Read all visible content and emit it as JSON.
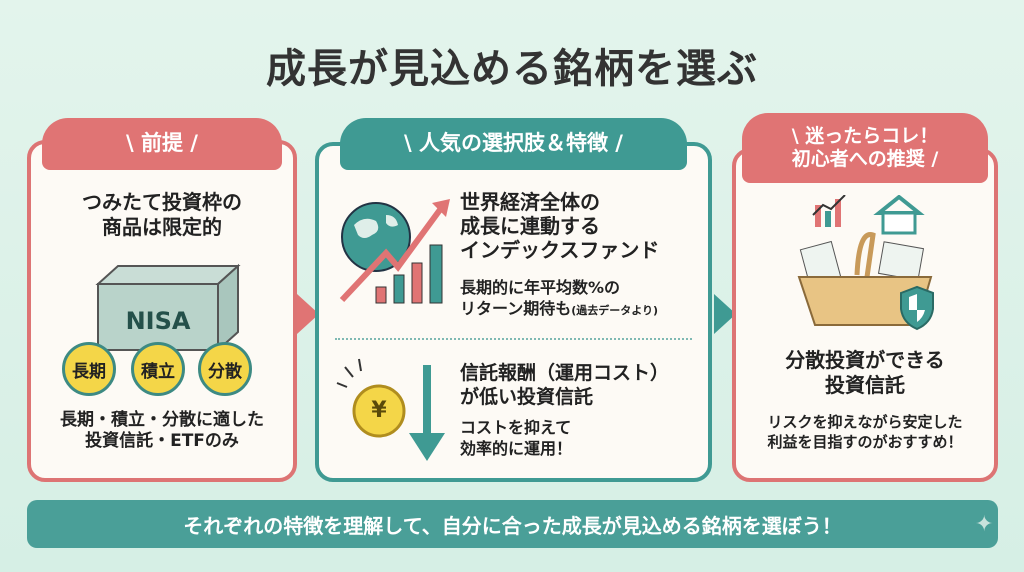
{
  "title": "成長が見込める銘柄を選ぶ",
  "left": {
    "tab": "\\ 前提 /",
    "heading": [
      "つみたて投資枠の",
      "商品は限定的"
    ],
    "box_label": "NISA",
    "badges": [
      "長期",
      "積立",
      "分散"
    ],
    "note": [
      "長期・積立・分散に適した",
      "投資信託・ETFのみ"
    ]
  },
  "middle": {
    "tab": "\\ 人気の選択肢＆特徴 /",
    "item1": {
      "heading": [
        "世界経済全体の",
        "成長に連動する",
        "インデックスファンド"
      ],
      "sub1": "長期的に年平均数%の",
      "sub2": "リターン期待も",
      "sub2_note": "(過去データより)"
    },
    "item2": {
      "heading": [
        "信託報酬（運用コスト）",
        "が低い投資信託"
      ],
      "sub": [
        "コストを抑えて",
        "効率的に運用！"
      ],
      "coin": "¥"
    }
  },
  "right": {
    "tab": [
      "\\ 迷ったらコレ！",
      "初心者への推奨 /"
    ],
    "heading": [
      "分散投資ができる",
      "投資信託"
    ],
    "note": [
      "リスクを抑えながら安定した",
      "利益を目指すのがおすすめ！"
    ]
  },
  "banner": "それぞれの特徴を理解して、自分に合った成長が見込める銘柄を選ぼう！",
  "colors": {
    "coral": "#e07474",
    "teal": "#3f9a93",
    "yellow": "#f4d648"
  }
}
